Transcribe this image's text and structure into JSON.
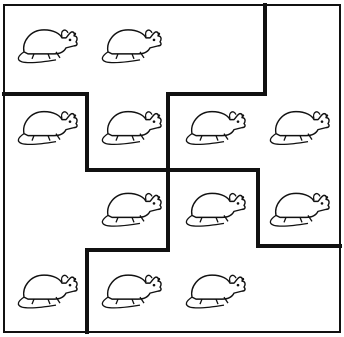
{
  "puzzle": {
    "grid": {
      "rows": 4,
      "cols": 4
    },
    "mice": [
      {
        "row": 0,
        "col": 0
      },
      {
        "row": 0,
        "col": 1
      },
      {
        "row": 1,
        "col": 0
      },
      {
        "row": 1,
        "col": 1
      },
      {
        "row": 1,
        "col": 2
      },
      {
        "row": 1,
        "col": 3
      },
      {
        "row": 2,
        "col": 1
      },
      {
        "row": 2,
        "col": 2
      },
      {
        "row": 2,
        "col": 3
      },
      {
        "row": 3,
        "col": 0
      },
      {
        "row": 3,
        "col": 1
      },
      {
        "row": 3,
        "col": 2
      }
    ],
    "mouse_icon": "mouse-icon",
    "line_color": "#111111"
  }
}
